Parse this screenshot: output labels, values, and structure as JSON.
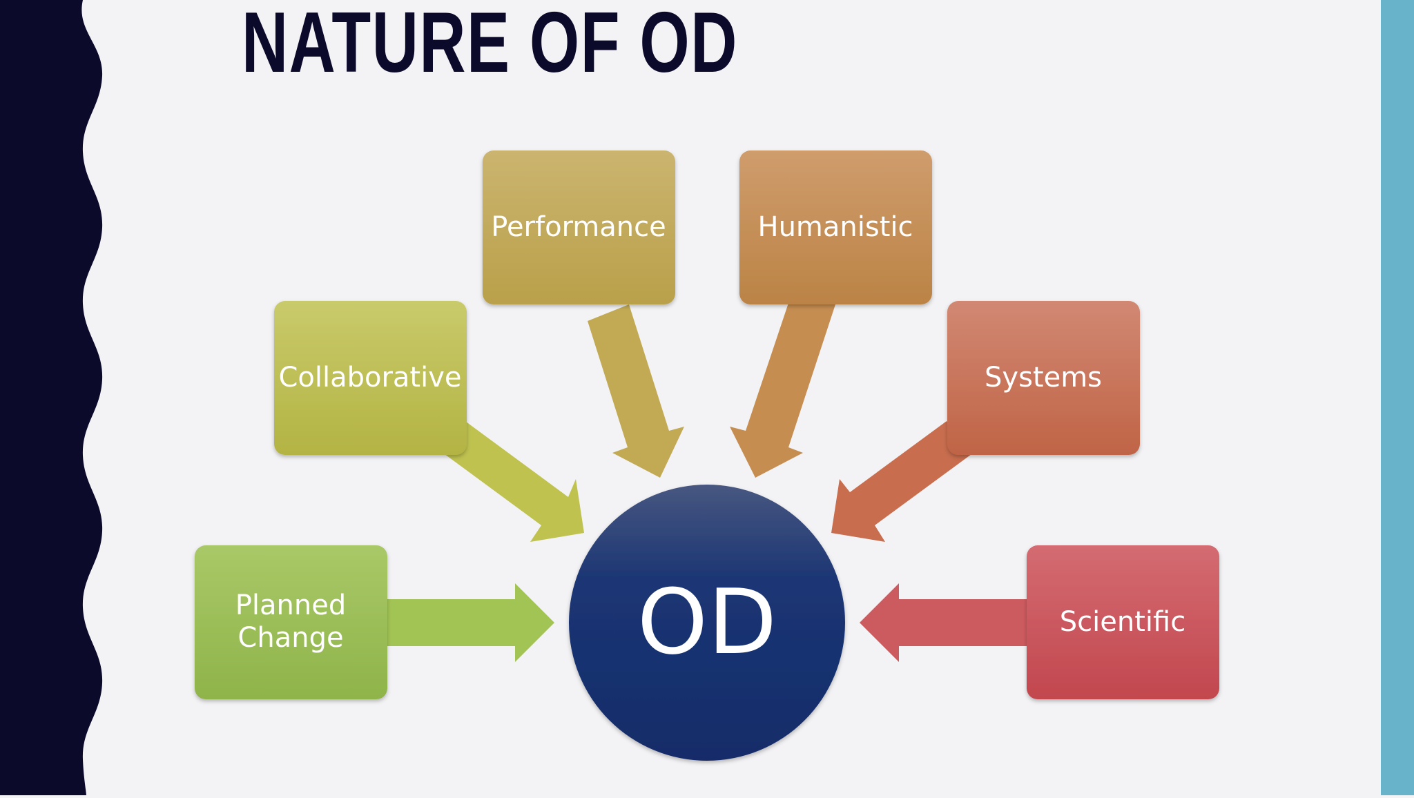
{
  "slide": {
    "title": "NATURE OF OD"
  },
  "diagram": {
    "center": {
      "label": "OD"
    },
    "nodes": [
      {
        "key": "planned_change",
        "lines": [
          "Planned",
          "Change"
        ]
      },
      {
        "key": "collaborative",
        "lines": [
          "Collaborative"
        ]
      },
      {
        "key": "performance",
        "lines": [
          "Performance"
        ]
      },
      {
        "key": "humanistic",
        "lines": [
          "Humanistic"
        ]
      },
      {
        "key": "systems",
        "lines": [
          "Systems"
        ]
      },
      {
        "key": "scientific",
        "lines": [
          "Scientific"
        ]
      }
    ]
  },
  "colors": {
    "left_band": "#0c0a2b",
    "right_band": "#68b3c9",
    "background": "#f3f3f5",
    "center_circle": "#17306e",
    "planned_change": "#9cbe54",
    "collaborative": "#bcbf4a",
    "performance": "#c2aa55",
    "humanistic": "#c58d50",
    "systems": "#c66e50",
    "scientific": "#c9545a"
  }
}
